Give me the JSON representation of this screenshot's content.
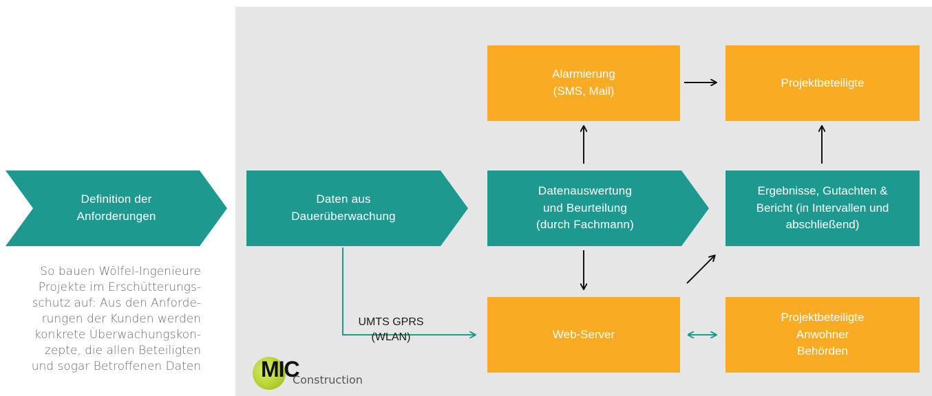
{
  "boxes": {
    "definition": [
      "Definition der",
      "Anforderungen"
    ],
    "daten": [
      "Daten aus",
      "Dauerüberwachung"
    ],
    "auswertung": [
      "Datenauswertung",
      "und Beurteilung",
      "(durch Fachmann)"
    ],
    "ergebnisse": [
      "Ergebnisse, Gutachten &",
      "Bericht (in Intervallen und",
      "abschließend)"
    ],
    "alarmierung": [
      "Alarmierung",
      "(SMS, Mail)"
    ],
    "projektbeteiligte_top": [
      "Projektbeteiligte"
    ],
    "webserver": [
      "Web-Server"
    ],
    "projektbeteiligte_bottom": [
      "Projektbeteiligte",
      "Anwohner",
      "Behörden"
    ]
  },
  "connection_label": [
    "UMTS GPRS",
    "(WLAN)"
  ],
  "description": [
    "So bauen Wölfel-Ingenieure",
    "Projekte im Erschütterungs-",
    "schutz auf: Aus den Anforde-",
    "rungen der Kunden werden",
    "konkrete Überwachungskon-",
    "zepte, die allen Beteiligten",
    "und sogar Betroffenen Daten"
  ],
  "logo": {
    "mark": "MIC",
    "subtitle": "Construction"
  },
  "colors": {
    "teal": "#1e9990",
    "orange": "#f9ab24",
    "panel": "#e6e6e6"
  }
}
